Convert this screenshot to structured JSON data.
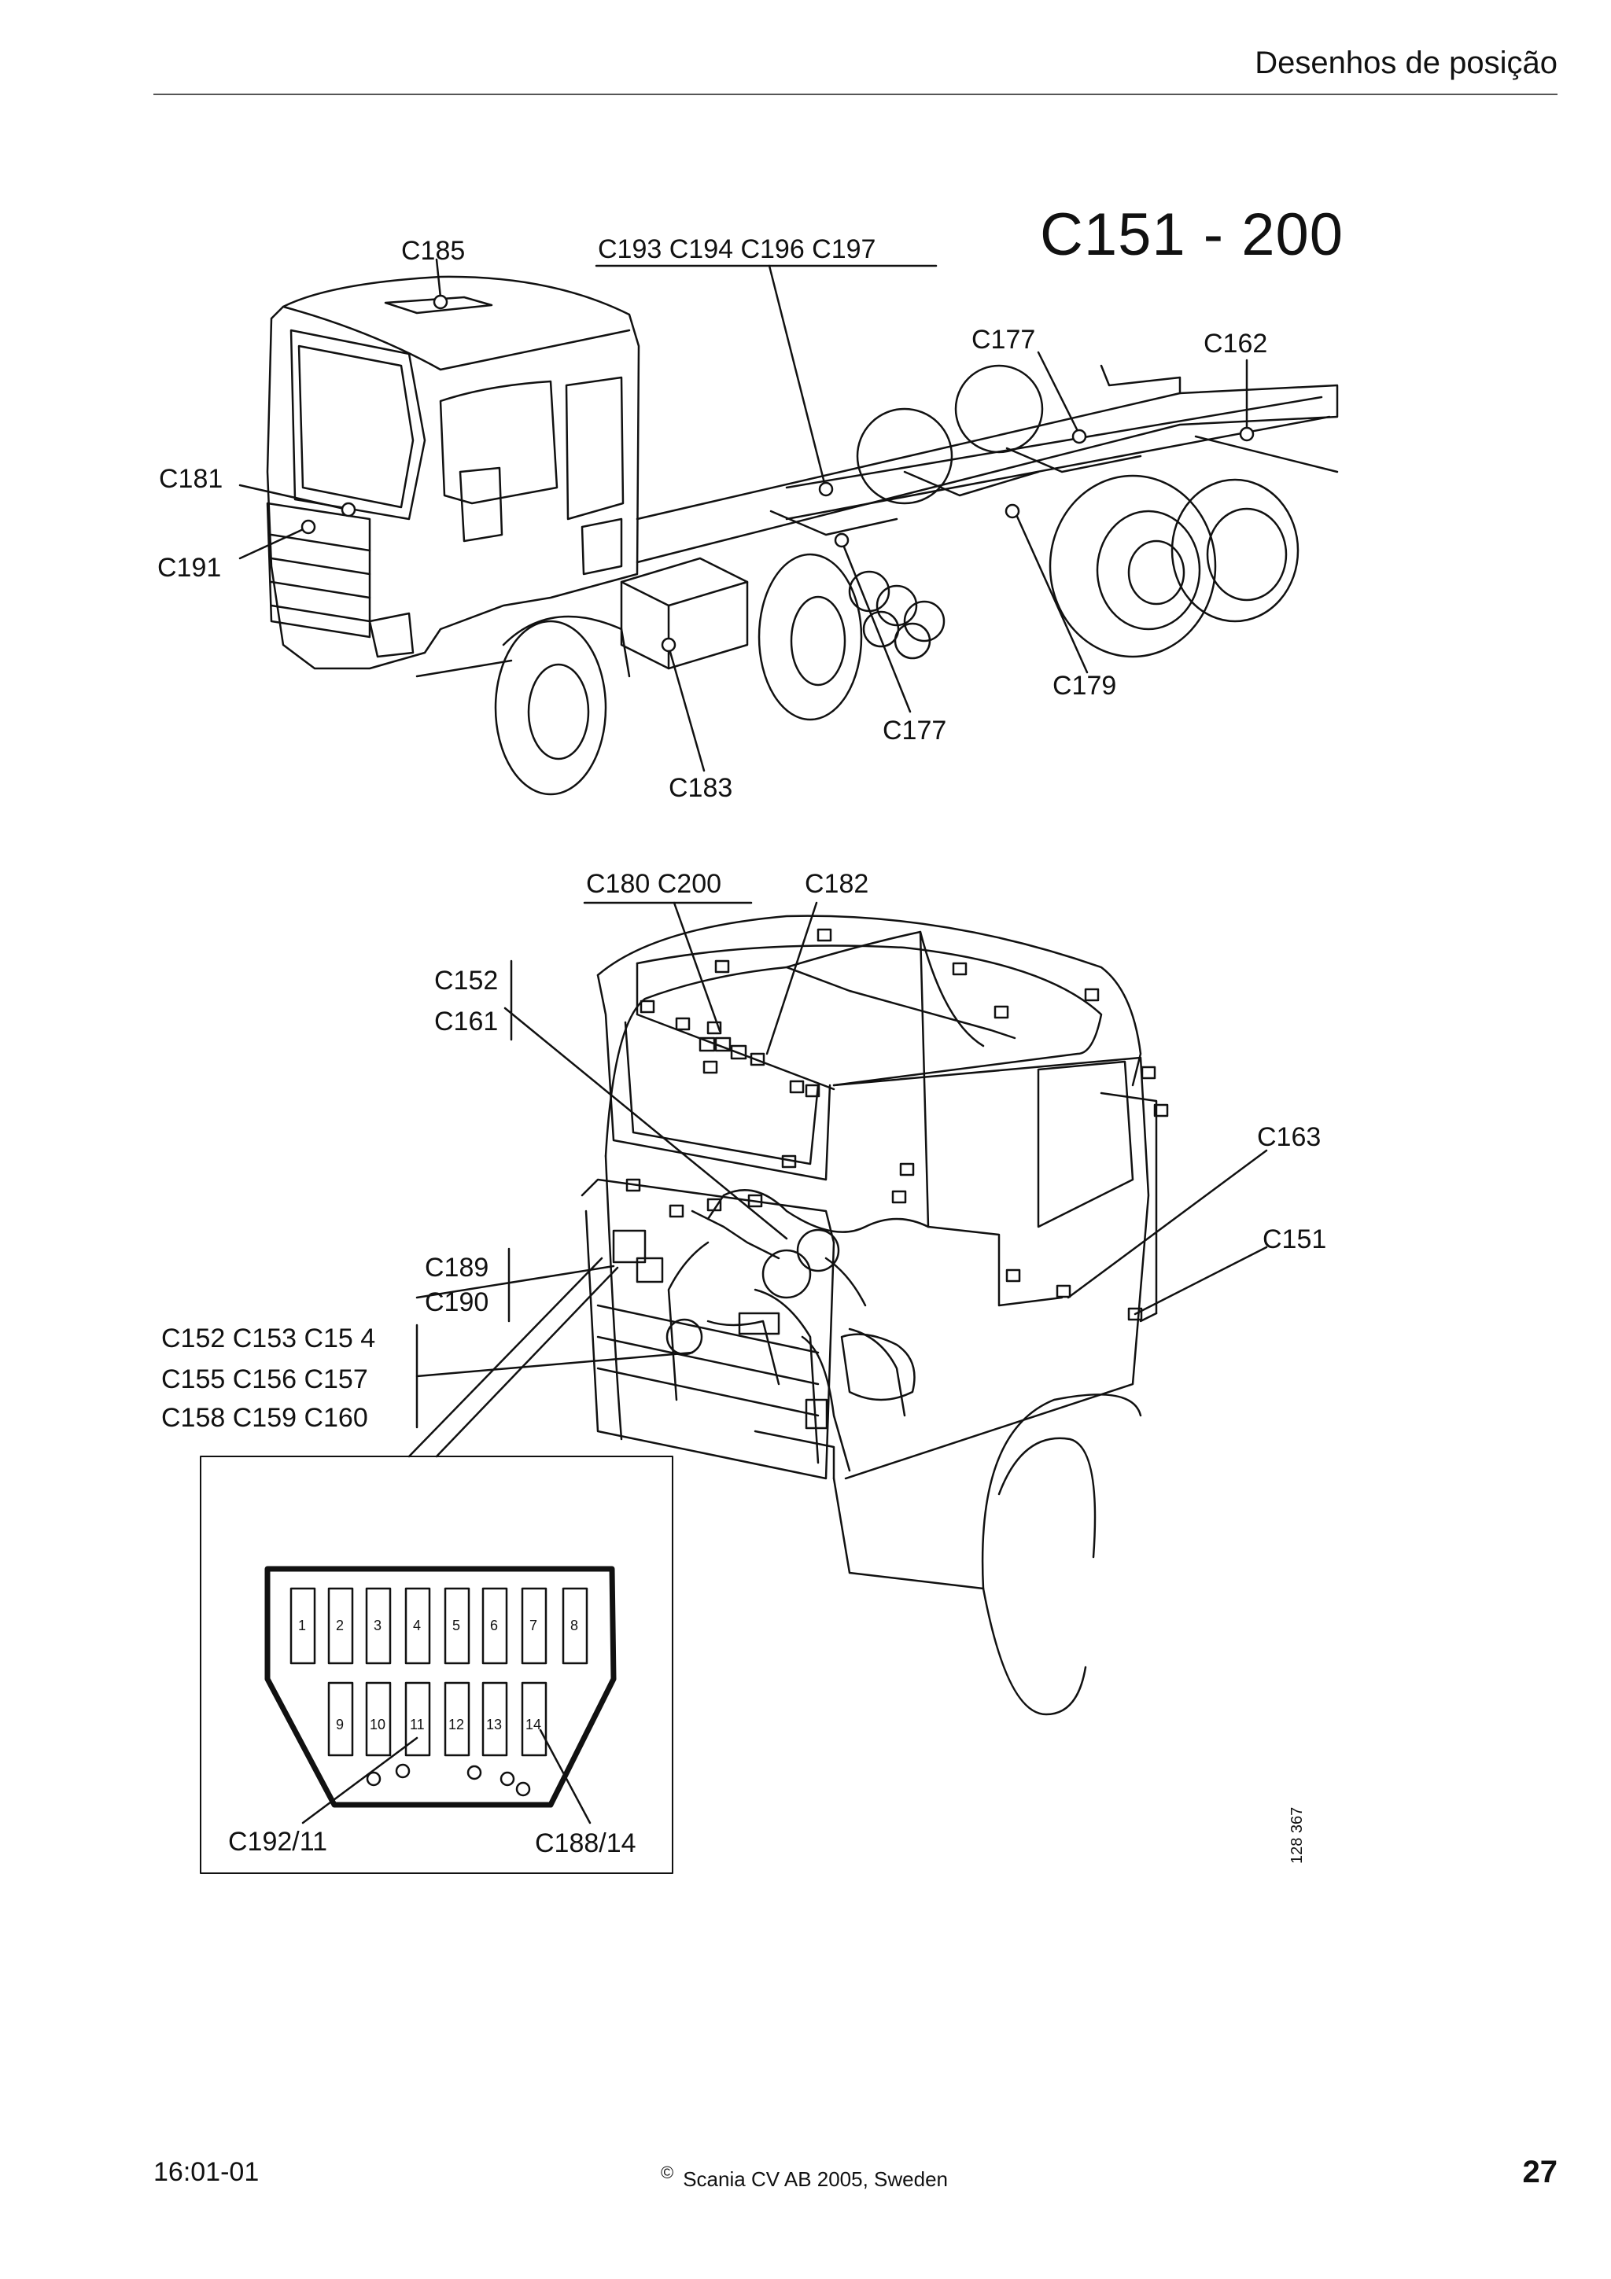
{
  "header": {
    "section_title": "Desenhos de posição"
  },
  "diagram": {
    "title": "C151 - 200"
  },
  "truck_labels": {
    "c185": "C185",
    "c193_197": "C193 C194 C196 C197",
    "c177_top": "C177",
    "c162": "C162",
    "c181": "C181",
    "c191": "C191",
    "c179": "C179",
    "c177_bottom": "C177",
    "c183": "C183"
  },
  "cab_labels": {
    "c180_c200": "C180 C200",
    "c182": "C182",
    "c152": "C152",
    "c161": "C161",
    "c163": "C163",
    "c151": "C151",
    "c189": "C189",
    "c190": "C190",
    "row1": "C152 C153 C15  4",
    "row2": "C155 C156 C157",
    "row3": "C158  C159 C160"
  },
  "connector": {
    "pins_top": [
      "1",
      "2",
      "3",
      "4",
      "5",
      "6",
      "7",
      "8"
    ],
    "pins_bottom": [
      "9",
      "10",
      "11",
      "12",
      "13",
      "14"
    ],
    "label_left": "C192/11",
    "label_right": "C188/14"
  },
  "reference_number": "128 367",
  "footer": {
    "code": "16:01-01",
    "copyright_symbol": "©",
    "copyright_text": "Scania CV AB 2005, Sweden",
    "page_number": "27"
  }
}
